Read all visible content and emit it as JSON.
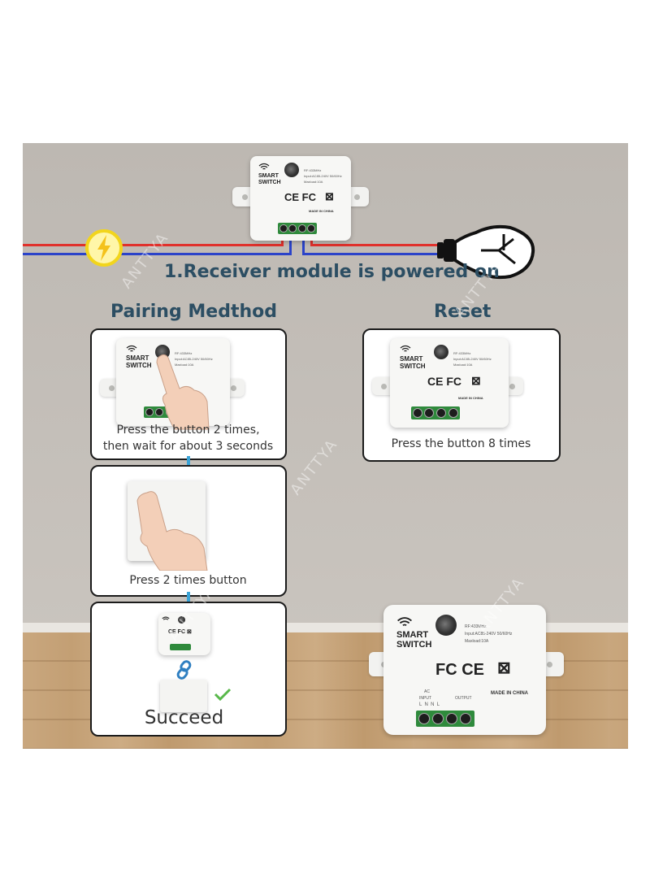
{
  "steps": {
    "powered_on": "1.Receiver module is powered on"
  },
  "headings": {
    "pairing": "Pairing Medthod",
    "reset": "Reset"
  },
  "captions": {
    "pair_step1_line1": "Press the button 2 times,",
    "pair_step1_line2": "then wait for about 3 seconds",
    "pair_step2": "Press 2 times button",
    "pair_step3": "Succeed",
    "reset_step": "Press the button 8 times"
  },
  "module": {
    "brand_line1": "SMART",
    "brand_line2": "SWITCH",
    "spec_rf": "RF:433MHz",
    "spec_input": "Input:AC85-240V 50/60Hz",
    "spec_maxload": "Maxload:10A",
    "cert_top": "CE FC",
    "cert_big": "FC CE",
    "made_in": "MADE IN CHINA",
    "terminal_labels": "L  N  N  L",
    "input_label": "INPUT",
    "output_label": "OUTPUT",
    "ac_label": "AC"
  },
  "watermark": "ANTTYA",
  "icons": {
    "wifi": "wifi-icon",
    "power": "lightning-power-icon",
    "bulb": "light-bulb-icon",
    "arrow": "down-arrow-icon",
    "link": "chain-link-icon",
    "check": "checkmark-icon"
  },
  "colors": {
    "heading": "#2c4e63",
    "red_wire": "#e0312c",
    "blue_wire": "#2b43c9",
    "arrow": "#3aa3d6",
    "terminal": "#2f8a3c"
  }
}
